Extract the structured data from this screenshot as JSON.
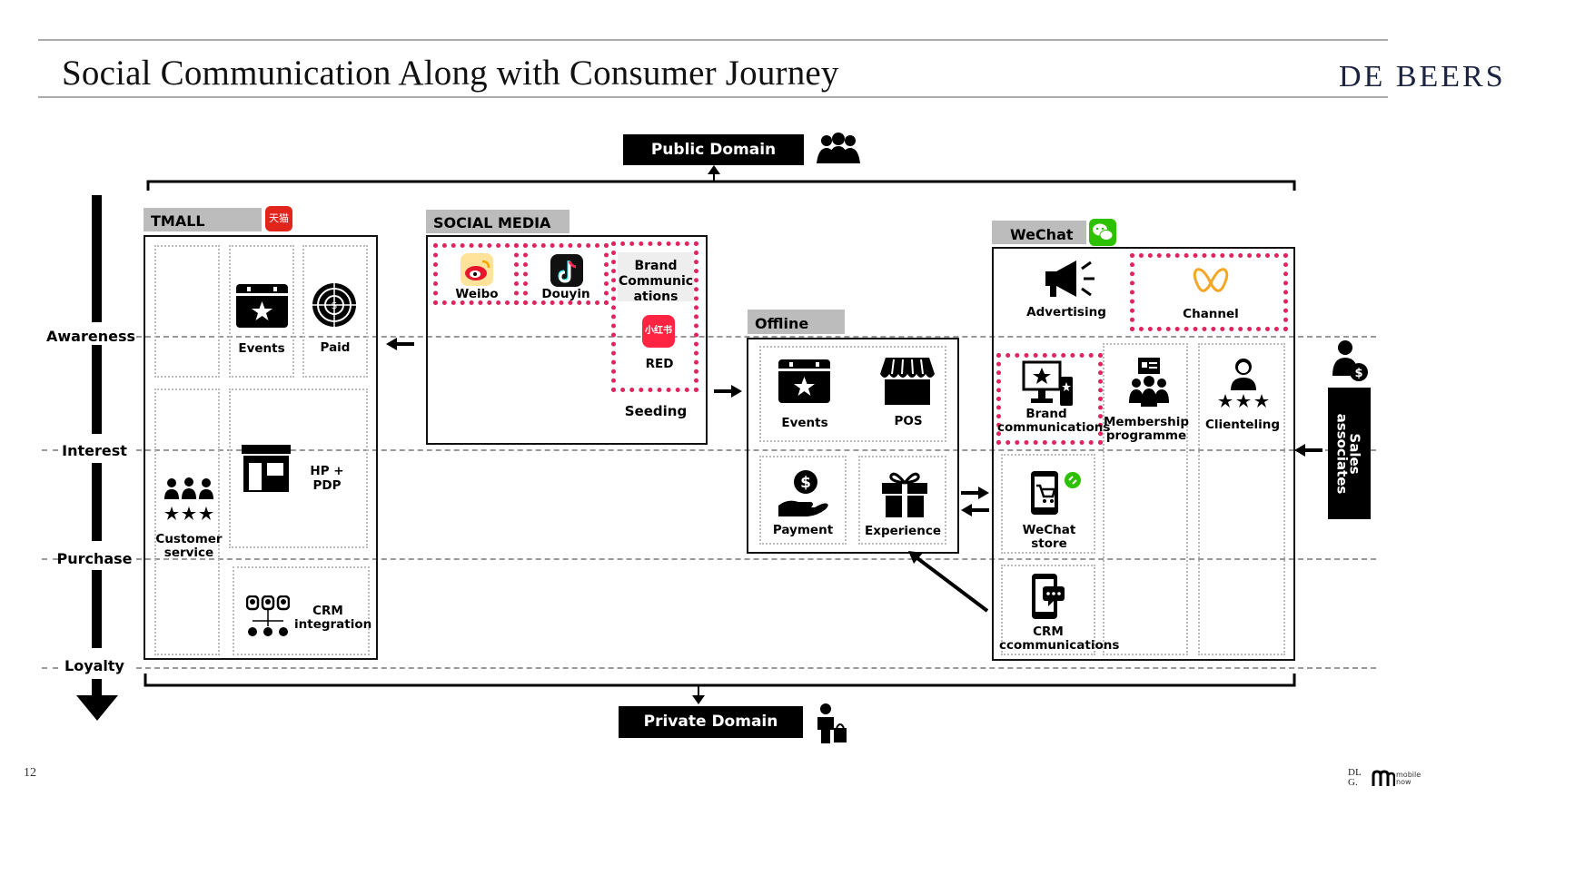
{
  "header": {
    "title": "Social Communication Along with Consumer Journey",
    "brand": "DE BEERS"
  },
  "stages": [
    "Awareness",
    "Interest",
    "Purchase",
    "Loyalty"
  ],
  "domains": {
    "public": "Public Domain",
    "private": "Private Domain"
  },
  "tmall": {
    "tab": "TMALL",
    "events": "Events",
    "paid": "Paid",
    "hp_pdp": "HP + PDP",
    "customer_service_1": "Customer",
    "customer_service_2": "service",
    "crm_1": "CRM",
    "crm_2": "integration",
    "logo_text": "天猫"
  },
  "social": {
    "tab": "SOCIAL MEDIA",
    "weibo": "Weibo",
    "douyin": "Douyin",
    "brand_comm_1": "Brand",
    "brand_comm_2": "Communic",
    "brand_comm_3": "ations",
    "red": "RED",
    "red_logo": "小红书",
    "seeding": "Seeding"
  },
  "offline": {
    "tab": "Offline",
    "events": "Events",
    "pos": "POS",
    "payment": "Payment",
    "experience": "Experience"
  },
  "wechat": {
    "tab": "WeChat",
    "advertising": "Advertising",
    "channel": "Channel",
    "brand_comm_1": "Brand",
    "brand_comm_2": "communications",
    "membership_1": "Membership",
    "membership_2": "programme",
    "clienteling": "Clienteling",
    "store_1": "WeChat",
    "store_2": "store",
    "crm_1": "CRM",
    "crm_2": "ccommunications"
  },
  "sales": {
    "line1": "Sales",
    "line2": "associates"
  },
  "footer": {
    "page": "12",
    "dl_1": "DL",
    "dl_2": "G.",
    "mobile": "mobile",
    "now": "now"
  },
  "colors": {
    "accent": "#e0245e",
    "tab_gray": "#bcbcbc",
    "wechat_green": "#2dc100",
    "tmall_red": "#e1251b"
  }
}
